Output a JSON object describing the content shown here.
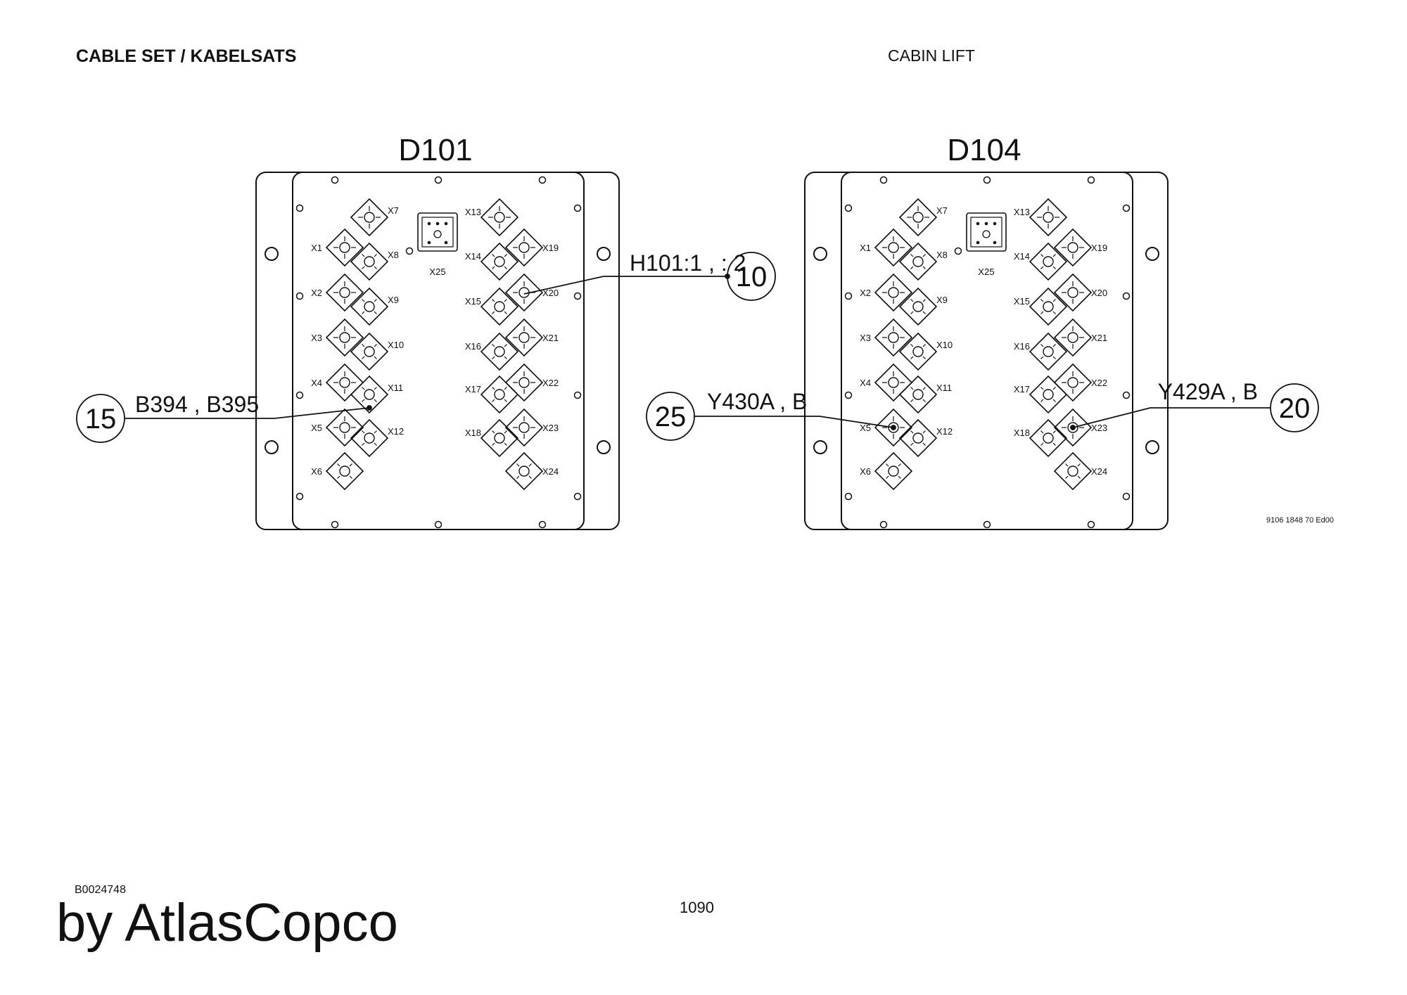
{
  "header": {
    "left": "CABLE SET / KABELSATS",
    "right": "CABIN LIFT"
  },
  "footer": {
    "doc_id": "B0024748",
    "page": "1090",
    "brand": "by AtlasCopco"
  },
  "diagram": {
    "drawing_code": "9106 1848 70 Ed00",
    "units": [
      {
        "title": "D101",
        "ports": {
          "left_main": [
            "X1",
            "X2",
            "X3",
            "X4",
            "X5",
            "X6"
          ],
          "left_offset": [
            "X7",
            "X8",
            "X9",
            "X10",
            "X11",
            "X12"
          ],
          "right_main": [
            "X13",
            "X14",
            "X15",
            "X16",
            "X17",
            "X18"
          ],
          "right_offset": [
            "X19",
            "X20",
            "X21",
            "X22",
            "X23",
            "X24"
          ],
          "top": "X25"
        }
      },
      {
        "title": "D104",
        "ports": {
          "left_main": [
            "X1",
            "X2",
            "X3",
            "X4",
            "X5",
            "X6"
          ],
          "left_offset": [
            "X7",
            "X8",
            "X9",
            "X10",
            "X11",
            "X12"
          ],
          "right_main": [
            "X13",
            "X14",
            "X15",
            "X16",
            "X17",
            "X18"
          ],
          "right_offset": [
            "X19",
            "X20",
            "X21",
            "X22",
            "X23",
            "X24"
          ],
          "top": "X25"
        }
      }
    ],
    "callouts": [
      {
        "number": "10",
        "label": "H101:1 , : 2"
      },
      {
        "number": "15",
        "label": "B394 , B395"
      },
      {
        "number": "25",
        "label": "Y430A , B"
      },
      {
        "number": "20",
        "label": "Y429A , B"
      }
    ]
  }
}
